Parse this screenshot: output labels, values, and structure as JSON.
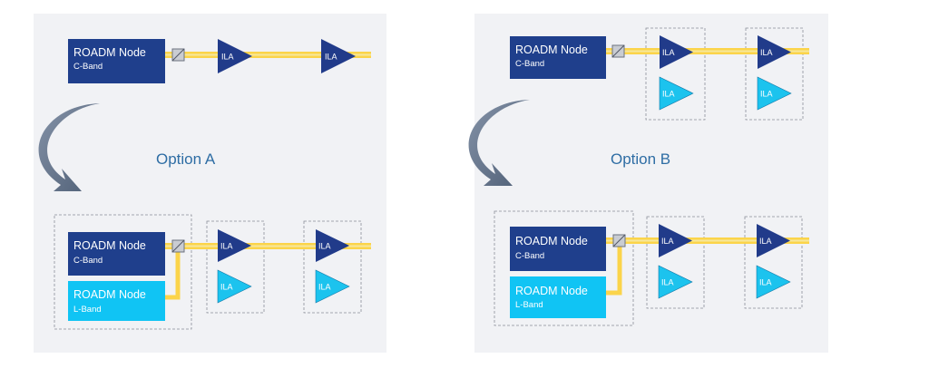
{
  "colors": {
    "panel": "#f1f2f5",
    "c_band_node": "#1f3f8c",
    "l_band_node": "#10c4f4",
    "ila_dark": "#213b8a",
    "ila_light": "#1cc3ee",
    "fiber": "#fbd44a",
    "fiber_core": "#f7e27a",
    "option_text": "#2e6da4",
    "arrow": "#5c6d84",
    "dashed_border": "#8a8f99"
  },
  "nodes": {
    "c_band": {
      "title": "ROADM Node",
      "band": "C-Band"
    },
    "l_band": {
      "title": "ROADM Node",
      "band": "L-Band"
    }
  },
  "amplifier_label": "ILA",
  "options": {
    "a": {
      "label": "Option A"
    },
    "b": {
      "label": "Option B"
    }
  }
}
